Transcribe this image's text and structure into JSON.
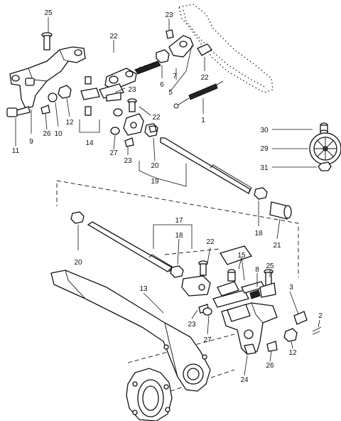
{
  "callouts": [
    {
      "id": "c1",
      "text": "1"
    },
    {
      "id": "c2",
      "text": "2"
    },
    {
      "id": "c3",
      "text": "3"
    },
    {
      "id": "c5",
      "text": "5"
    },
    {
      "id": "c6",
      "text": "6"
    },
    {
      "id": "c7",
      "text": "7"
    },
    {
      "id": "c8",
      "text": "8"
    },
    {
      "id": "c9",
      "text": "9"
    },
    {
      "id": "c10",
      "text": "10"
    },
    {
      "id": "c11",
      "text": "11"
    },
    {
      "id": "c12a",
      "text": "12"
    },
    {
      "id": "c12b",
      "text": "12"
    },
    {
      "id": "c13",
      "text": "13"
    },
    {
      "id": "c14",
      "text": "14"
    },
    {
      "id": "c15",
      "text": "15"
    },
    {
      "id": "c17",
      "text": "17"
    },
    {
      "id": "c18a",
      "text": "18"
    },
    {
      "id": "c18b",
      "text": "18"
    },
    {
      "id": "c19",
      "text": "19"
    },
    {
      "id": "c20a",
      "text": "20"
    },
    {
      "id": "c20b",
      "text": "20"
    },
    {
      "id": "c21",
      "text": "21"
    },
    {
      "id": "c22a",
      "text": "22"
    },
    {
      "id": "c22b",
      "text": "22"
    },
    {
      "id": "c22c",
      "text": "22"
    },
    {
      "id": "c22d",
      "text": "22"
    },
    {
      "id": "c23a",
      "text": "23"
    },
    {
      "id": "c23b",
      "text": "23"
    },
    {
      "id": "c23c",
      "text": "23"
    },
    {
      "id": "c23d",
      "text": "23"
    },
    {
      "id": "c24",
      "text": "24"
    },
    {
      "id": "c25a",
      "text": "25"
    },
    {
      "id": "c25b",
      "text": "25"
    },
    {
      "id": "c26a",
      "text": "26"
    },
    {
      "id": "c26b",
      "text": "26"
    },
    {
      "id": "c27a",
      "text": "27"
    },
    {
      "id": "c27b",
      "text": "27"
    },
    {
      "id": "c29",
      "text": "29"
    },
    {
      "id": "c30",
      "text": "30"
    },
    {
      "id": "c31",
      "text": "31"
    }
  ]
}
